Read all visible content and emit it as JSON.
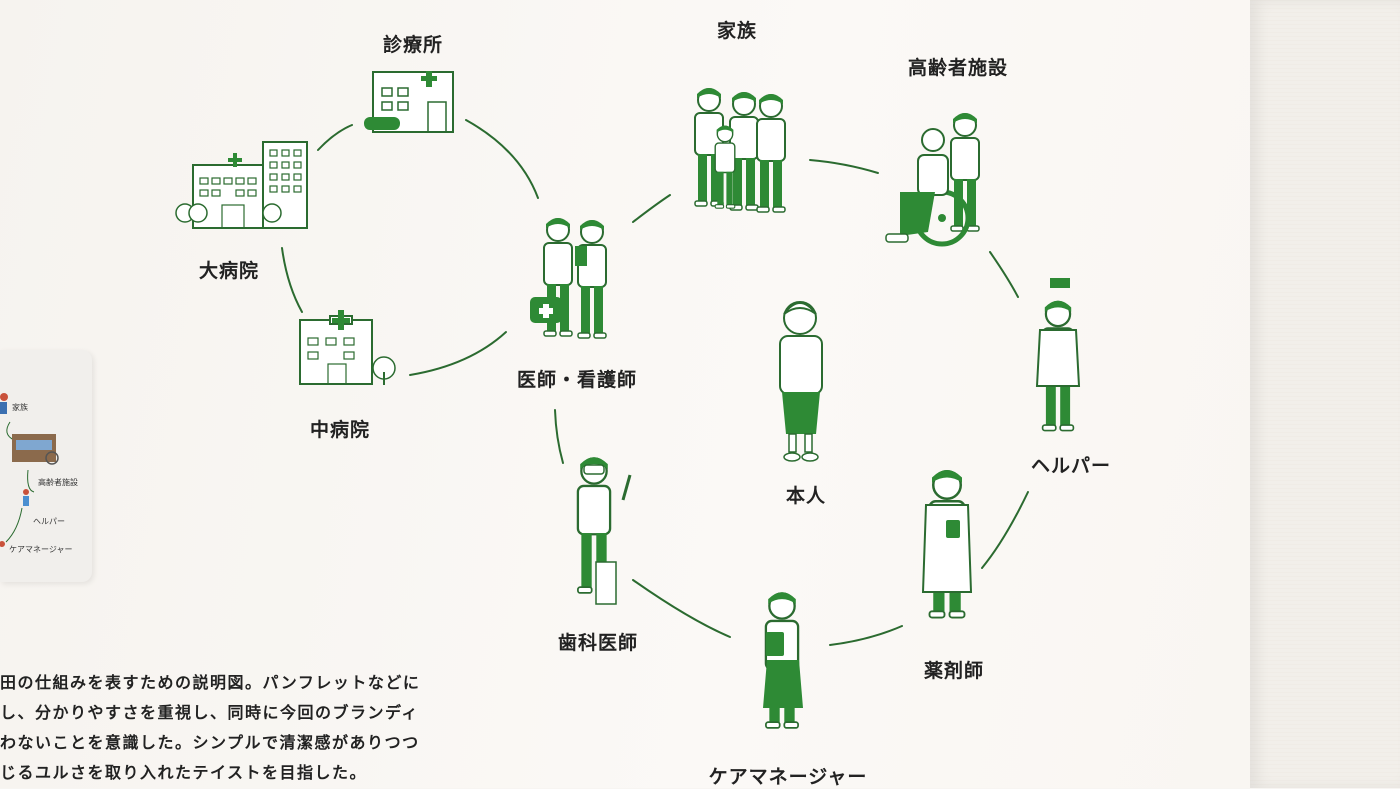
{
  "colors": {
    "accent": "#2e8a35",
    "text": "#222222",
    "line": "#2b6b30"
  },
  "nodes": {
    "clinic": "診療所",
    "family": "家族",
    "elderly_facility": "高齢者施設",
    "large_hospital": "大病院",
    "medium_hospital": "中病院",
    "doctor_nurse": "医師・看護師",
    "self": "本人",
    "helper": "ヘルパー",
    "dentist": "歯科医師",
    "pharmacist": "薬剤師",
    "care_manager": "ケアマネージャー"
  },
  "inset": {
    "family": "家族",
    "elderly_facility": "高齢者施設",
    "helper": "ヘルパー",
    "care_manager": "ケアマネージャー"
  },
  "description": [
    "田の仕組みを表すための説明図。パンフレットなどに",
    "し、分かりやすさを重視し、同時に今回のブランディ",
    "わないことを意識した。シンプルで清潔感がありつつ",
    "じるユルさを取り入れたテイストを目指した。"
  ]
}
